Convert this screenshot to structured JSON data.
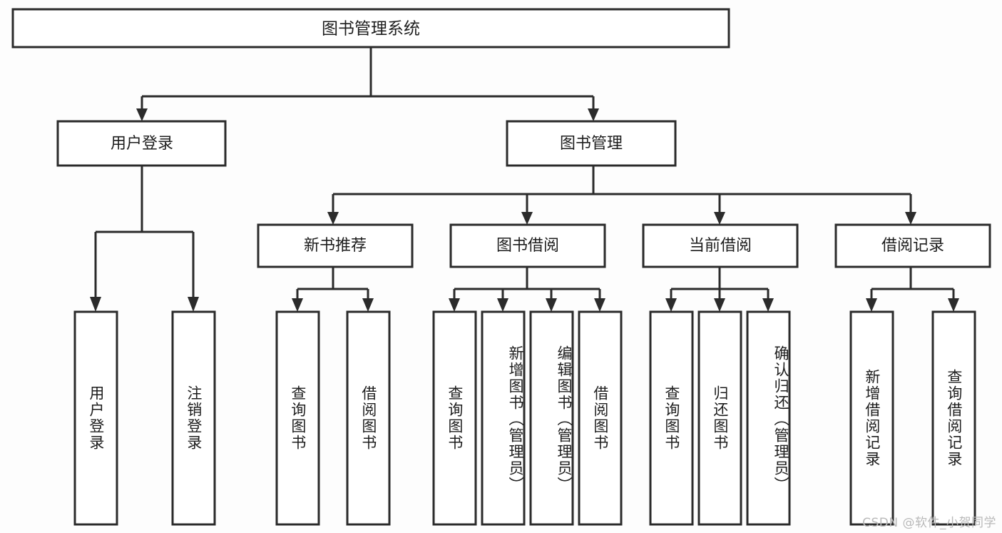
{
  "diagram": {
    "title": "图书管理系统",
    "type": "tree-hierarchy-diagram",
    "orientation": "top-down",
    "box_fill": "#ffffff",
    "box_stroke": "#2b2b2b",
    "text_color": "#1d1d1d",
    "background": "#fdfdfd"
  },
  "root": {
    "label": "图书管理系统"
  },
  "level2": [
    {
      "label": "用户登录"
    },
    {
      "label": "图书管理"
    }
  ],
  "level3": [
    {
      "label": "新书推荐"
    },
    {
      "label": "图书借阅"
    },
    {
      "label": "当前借阅"
    },
    {
      "label": "借阅记录"
    }
  ],
  "leaves": {
    "user_login": [
      {
        "label": "用户登录"
      },
      {
        "label": "注销登录"
      }
    ],
    "new_book_recommend": [
      {
        "label": "查询图书"
      },
      {
        "label": "借阅图书"
      }
    ],
    "book_borrow": [
      {
        "label": "查询图书"
      },
      {
        "label": "新增图书（管理员）"
      },
      {
        "label": "编辑图书（管理员）"
      },
      {
        "label": "借阅图书"
      }
    ],
    "current_borrow": [
      {
        "label": "查询图书"
      },
      {
        "label": "归还图书"
      },
      {
        "label": "确认归还（管理员）"
      }
    ],
    "borrow_record": [
      {
        "label": "新增借阅记录"
      },
      {
        "label": "查询借阅记录"
      }
    ]
  },
  "watermark": {
    "text": "CSDN @软件_小贺同学"
  }
}
